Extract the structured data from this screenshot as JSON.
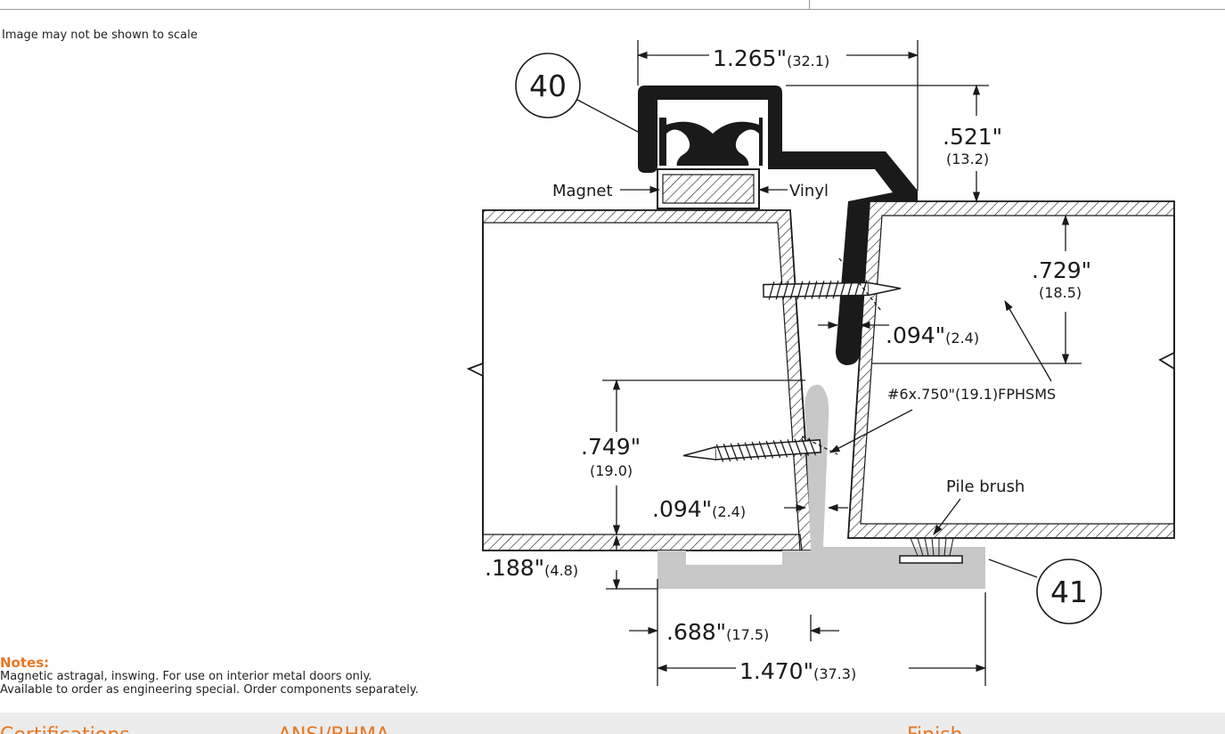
{
  "header": {
    "scale_note": "Image may not be shown to scale"
  },
  "dimensions": {
    "width_top": {
      "imperial": "1.265\"",
      "metric": "(32.1)"
    },
    "height_top": {
      "imperial": ".521\"",
      "metric": "(13.2)"
    },
    "screw_depth_right": {
      "imperial": ".729\"",
      "metric": "(18.5)"
    },
    "gap_right": {
      "imperial": ".094\"",
      "metric": "(2.4)"
    },
    "screw_depth_left": {
      "imperial": ".749\"",
      "metric": "(19.0)"
    },
    "gap_left": {
      "imperial": ".094\"",
      "metric": "(2.4)"
    },
    "base_height": {
      "imperial": ".188\"",
      "metric": "(4.8)"
    },
    "base_inner": {
      "imperial": ".688\"",
      "metric": "(17.5)"
    },
    "base_width": {
      "imperial": "1.470\"",
      "metric": "(37.3)"
    }
  },
  "labels": {
    "part_top": "40",
    "part_bottom": "41",
    "magnet": "Magnet",
    "vinyl": "Vinyl",
    "screw": "#6x.750\"(19.1)FPHSMS",
    "pile_brush": "Pile brush"
  },
  "notes": {
    "heading": "Notes:",
    "line1": "Magnetic astragal, inswing. For use on interior metal doors only.",
    "line2": "Available to order as engineering special. Order components separately."
  },
  "footer": {
    "col1": "Certifications",
    "col2": "ANSI/BHMA",
    "col3": "Finish"
  },
  "colors": {
    "accent": "#e87722",
    "profile_dark": "#1a1a1a",
    "profile_gray": "#c8c8c8"
  }
}
